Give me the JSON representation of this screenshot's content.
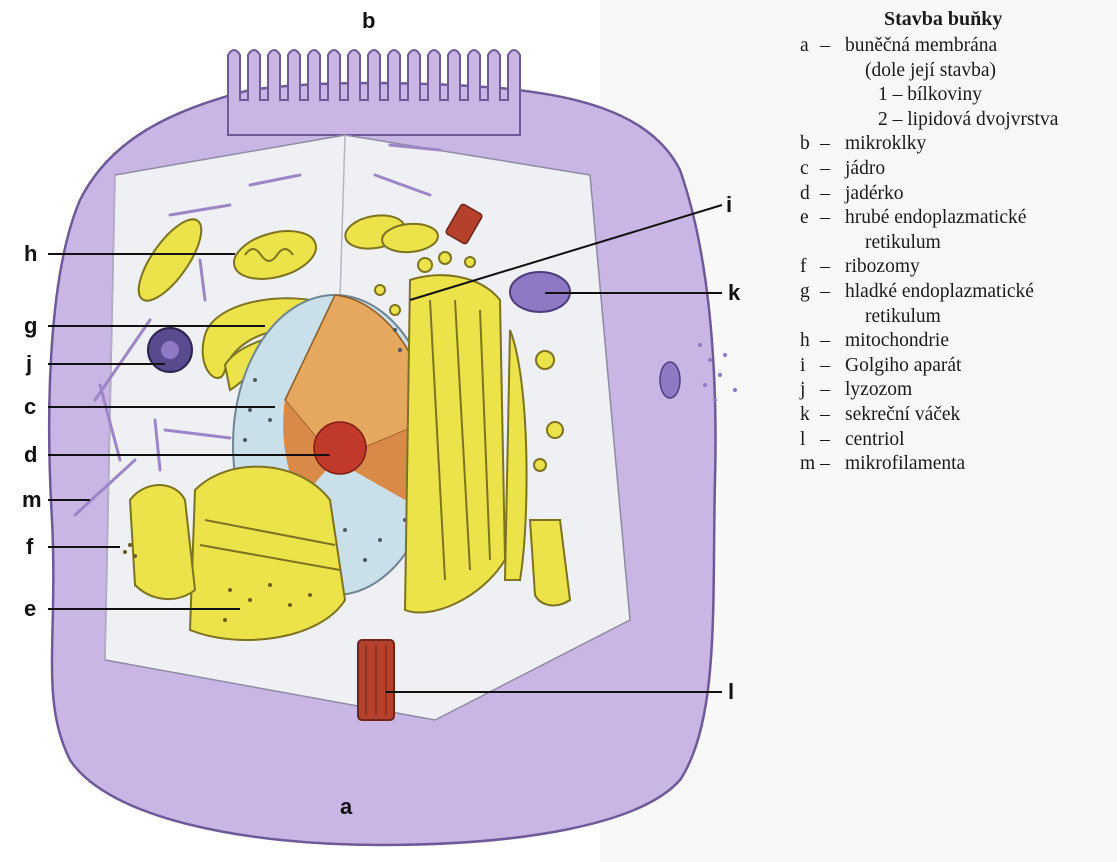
{
  "labels": {
    "a": "a",
    "b": "b",
    "c": "c",
    "d": "d",
    "e": "e",
    "f": "f",
    "g": "g",
    "h": "h",
    "i": "i",
    "j": "j",
    "k": "k",
    "l": "l",
    "m": "m"
  },
  "legend": {
    "title": "Stavba buňky",
    "dash": "–",
    "items": [
      {
        "key": "a",
        "text": "buněčná membrána"
      },
      {
        "key": "",
        "text": "(dole její stavba)"
      },
      {
        "key": "",
        "text": "1 – bílkoviny"
      },
      {
        "key": "",
        "text": "2 – lipidová dvojvrstva"
      },
      {
        "key": "b",
        "text": "mikroklky"
      },
      {
        "key": "c",
        "text": "jádro"
      },
      {
        "key": "d",
        "text": "jadérko"
      },
      {
        "key": "e",
        "text": "hrubé endoplazmatické"
      },
      {
        "key": "",
        "text": "retikulum"
      },
      {
        "key": "f",
        "text": "ribozomy"
      },
      {
        "key": "g",
        "text": "hladké endoplazmatické"
      },
      {
        "key": "",
        "text": "retikulum"
      },
      {
        "key": "h",
        "text": "mitochondrie"
      },
      {
        "key": "i",
        "text": "Golgiho aparát"
      },
      {
        "key": "j",
        "text": "lyzozom"
      },
      {
        "key": "k",
        "text": "sekreční váček"
      },
      {
        "key": "l",
        "text": "centriol"
      },
      {
        "key": "m",
        "text": "mikrofilamenta"
      }
    ]
  },
  "colors": {
    "cytoplasm": "#c9b6e4",
    "cytoplasm_dark": "#b19ad3",
    "interior": "#eef0f3",
    "nucleus": "#c9dfe9",
    "nucleolus": "#c0392b",
    "organelle": "#ece24a",
    "organelle_dark": "#c9bd25",
    "lysosome": "#5a4a8e",
    "centriole": "#b5412d",
    "vesicle": "#8f78c4"
  }
}
